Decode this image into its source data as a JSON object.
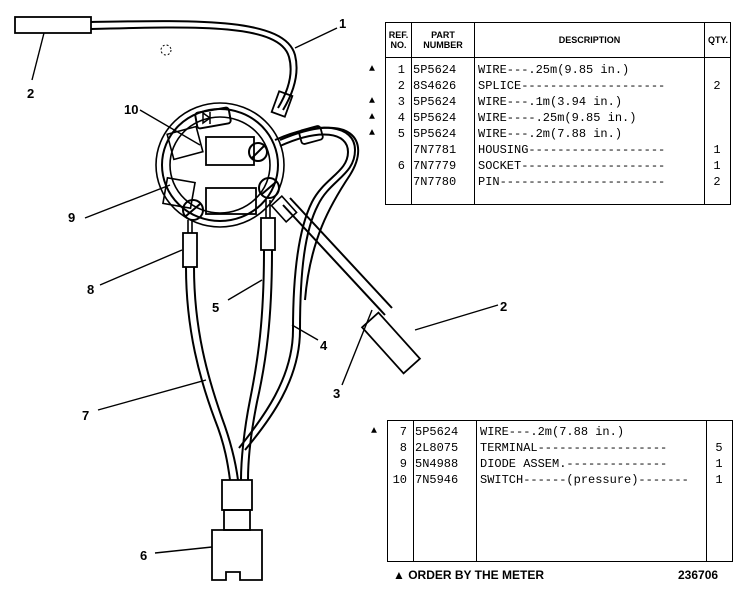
{
  "callouts": {
    "c1": "1",
    "c2a": "2",
    "c2b": "2",
    "c3": "3",
    "c4": "4",
    "c5": "5",
    "c6": "6",
    "c7": "7",
    "c8": "8",
    "c9": "9",
    "c10": "10"
  },
  "table1": {
    "headers": {
      "ref": "REF. NO.",
      "part": "PART NUMBER",
      "desc": "DESCRIPTION",
      "qty": "QTY."
    },
    "rows": [
      {
        "mark": "▲",
        "ref": "1",
        "part": "5P5624",
        "desc": "WIRE---.25m(9.85 in.)",
        "qty": ""
      },
      {
        "mark": "",
        "ref": "2",
        "part": "8S4626",
        "desc": "SPLICE--------------------",
        "qty": "2"
      },
      {
        "mark": "▲",
        "ref": "3",
        "part": "5P5624",
        "desc": "WIRE---.1m(3.94 in.)",
        "qty": ""
      },
      {
        "mark": "▲",
        "ref": "4",
        "part": "5P5624",
        "desc": "WIRE----.25m(9.85 in.)",
        "qty": ""
      },
      {
        "mark": "▲",
        "ref": "5",
        "part": "5P5624",
        "desc": "WIRE---.2m(7.88 in.)",
        "qty": ""
      },
      {
        "mark": "",
        "ref": "",
        "part": "7N7781",
        "desc": "HOUSING-------------------",
        "qty": "1"
      },
      {
        "mark": "",
        "ref": "6",
        "part": "7N7779",
        "desc": "SOCKET--------------------",
        "qty": "1"
      },
      {
        "mark": "",
        "ref": "",
        "part": "7N7780",
        "desc": "PIN-----------------------",
        "qty": "2"
      }
    ]
  },
  "table2": {
    "rows": [
      {
        "mark": "▲",
        "ref": "7",
        "part": "5P5624",
        "desc": "WIRE---.2m(7.88 in.)",
        "qty": ""
      },
      {
        "mark": "",
        "ref": "8",
        "part": "2L8075",
        "desc": "TERMINAL------------------",
        "qty": "5"
      },
      {
        "mark": "",
        "ref": "9",
        "part": "5N4988",
        "desc": "DIODE ASSEM.--------------",
        "qty": "1"
      },
      {
        "mark": "",
        "ref": "10",
        "part": "7N5946",
        "desc": "SWITCH------(pressure)-------",
        "qty": "1"
      }
    ]
  },
  "footnote": "▲ ORDER BY THE METER",
  "figure_number": "236706"
}
